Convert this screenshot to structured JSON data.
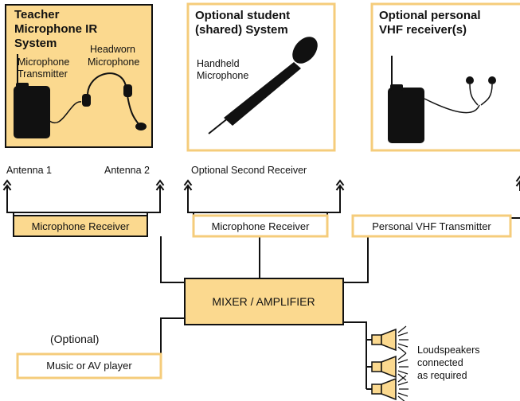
{
  "colors": {
    "fill": "#fbd98f",
    "border": "#f5cc7b",
    "line": "#111111",
    "background": "#ffffff"
  },
  "panels": {
    "teacher": {
      "title_lines": [
        "Teacher",
        "Microphone IR",
        "System"
      ],
      "label_transmitter": [
        "Microphone",
        "Transmitter"
      ],
      "label_headworn": [
        "Headworn",
        "Microphone"
      ],
      "icons": [
        "transmitter-icon",
        "headset-microphone-icon"
      ]
    },
    "student": {
      "title_lines": [
        "Optional student",
        "(shared) System"
      ],
      "label_handheld": [
        "Handheld",
        "Microphone"
      ],
      "icons": [
        "handheld-microphone-icon"
      ]
    },
    "personal": {
      "title_lines": [
        "Optional personal",
        "VHF receiver(s)"
      ],
      "icons": [
        "receiver-bodypack-icon",
        "earphones-icon"
      ]
    }
  },
  "antenna_labels": {
    "antenna1": "Antenna 1",
    "antenna2": "Antenna 2",
    "second_receiver": "Optional Second Receiver"
  },
  "boxes": {
    "receiver1": "Microphone Receiver",
    "receiver2": "Microphone Receiver",
    "vhf_transmitter": "Personal VHF Transmitter",
    "mixer": "MIXER / AMPLIFIER",
    "music": "Music or AV player"
  },
  "optional_label": "(Optional)",
  "speakers_label": [
    "Loudspeakers",
    "connected",
    "as required"
  ],
  "speaker_icons": [
    "loudspeaker-icon",
    "loudspeaker-icon",
    "loudspeaker-icon"
  ]
}
